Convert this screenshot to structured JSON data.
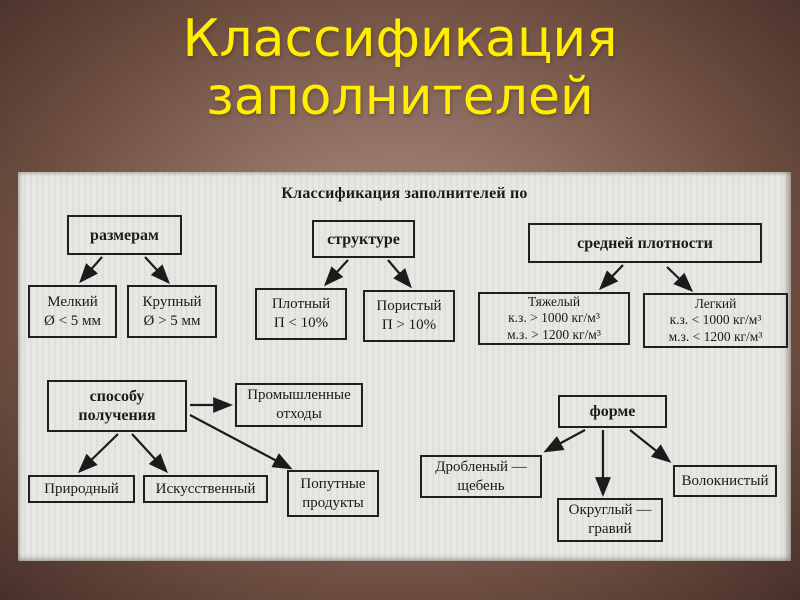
{
  "slide": {
    "title_lines": [
      "Классификация",
      "заполнителей"
    ],
    "colors": {
      "title_text": "#ffee00",
      "background_center": "#a88878",
      "background_edge": "#48302a",
      "paper": "#e8e7e3",
      "ink": "#1b1b1b"
    }
  },
  "diagram": {
    "heading": "Классификация заполнителей по",
    "groups": [
      {
        "parent": {
          "lines": [
            "размерам"
          ]
        },
        "children": [
          {
            "lines": [
              "Мелкий",
              "Ø < 5 мм"
            ]
          },
          {
            "lines": [
              "Крупный",
              "Ø > 5 мм"
            ]
          }
        ]
      },
      {
        "parent": {
          "lines": [
            "структуре"
          ]
        },
        "children": [
          {
            "lines": [
              "Плотный",
              "П < 10%"
            ]
          },
          {
            "lines": [
              "Пористый",
              "П > 10%"
            ]
          }
        ]
      },
      {
        "parent": {
          "lines": [
            "средней плотности"
          ]
        },
        "children": [
          {
            "lines": [
              "Тяжелый",
              "к.з. > 1000 кг/м³",
              "м.з. > 1200 кг/м³"
            ]
          },
          {
            "lines": [
              "Легкий",
              "к.з. < 1000 кг/м³",
              "м.з. < 1200 кг/м³"
            ]
          }
        ]
      },
      {
        "parent": {
          "lines": [
            "способу",
            "получения"
          ]
        },
        "children": [
          {
            "lines": [
              "Промышленные",
              "отходы"
            ]
          },
          {
            "lines": [
              "Природный"
            ]
          },
          {
            "lines": [
              "Искусственный"
            ]
          },
          {
            "lines": [
              "Попутные",
              "продукты"
            ]
          }
        ]
      },
      {
        "parent": {
          "lines": [
            "форме"
          ]
        },
        "children": [
          {
            "lines": [
              "Дробленый —",
              "щебень"
            ]
          },
          {
            "lines": [
              "Округлый —",
              "гравий"
            ]
          },
          {
            "lines": [
              "Волокнистый"
            ]
          }
        ]
      }
    ],
    "connections": [
      "размерам → Мелкий",
      "размерам → Крупный",
      "структуре → Плотный",
      "структуре → Пористый",
      "средней плотности → Тяжелый",
      "средней плотности → Легкий",
      "способу получения → Промышленные отходы",
      "способу получения → Природный",
      "способу получения → Искусственный",
      "способу получения → Попутные продукты",
      "форме → Дробленый — щебень",
      "форме → Округлый — гравий",
      "форме → Волокнистый"
    ]
  }
}
